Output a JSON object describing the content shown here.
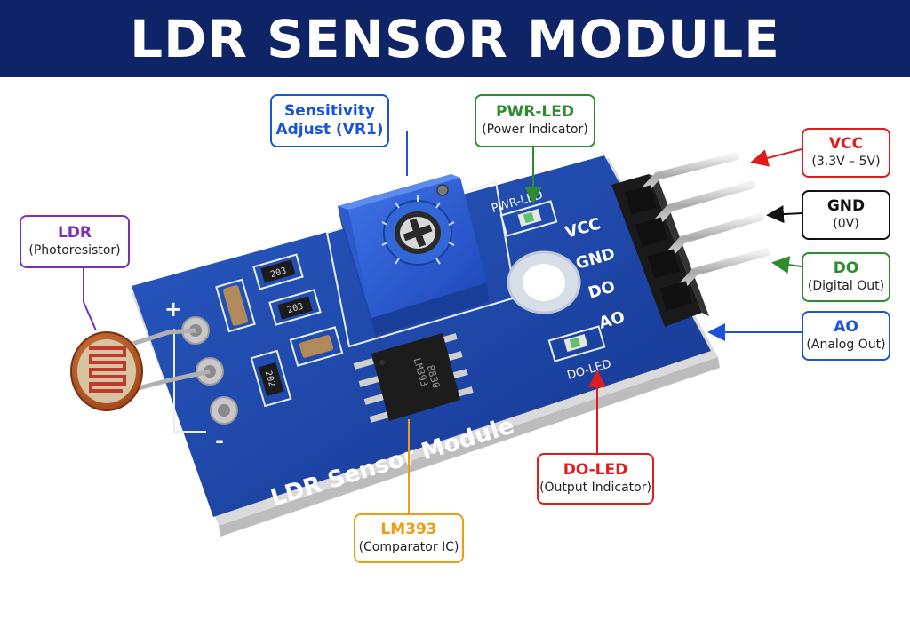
{
  "title": "LDR SENSOR MODULE",
  "board": {
    "label": "LDR Sensor Module",
    "pwr_led_silk": "PWR-LED",
    "do_led_silk": "DO-LED",
    "ic_marking_1": "LM393",
    "ic_marking_2": "8830",
    "plus": "+",
    "minus": "-",
    "resistors": [
      "203",
      "203",
      "202"
    ],
    "pins": [
      "VCC",
      "GND",
      "DO",
      "AO"
    ]
  },
  "callouts": {
    "sensitivity": {
      "title": "Sensitivity",
      "title2": "Adjust (VR1)",
      "color": "#1a52d9"
    },
    "pwr_led": {
      "title": "PWR-LED",
      "sub": "(Power Indicator)",
      "color": "#2e8b2e"
    },
    "vcc": {
      "title": "VCC",
      "sub": "(3.3V – 5V)",
      "color": "#e01b1b"
    },
    "gnd": {
      "title": "GND",
      "sub": "(0V)",
      "color": "#111111"
    },
    "do": {
      "title": "DO",
      "sub": "(Digital Out)",
      "color": "#2e8b2e"
    },
    "ao": {
      "title": "AO",
      "sub": "(Analog Out)",
      "color": "#1a52d9"
    },
    "ldr": {
      "title": "LDR",
      "sub": "(Photoresistor)",
      "color": "#7a2fb5"
    },
    "lm393": {
      "title": "LM393",
      "sub": "(Comparator IC)",
      "color": "#f29a13"
    },
    "do_led": {
      "title": "DO-LED",
      "sub": "(Output Indicator)",
      "color": "#e01b1b"
    }
  }
}
